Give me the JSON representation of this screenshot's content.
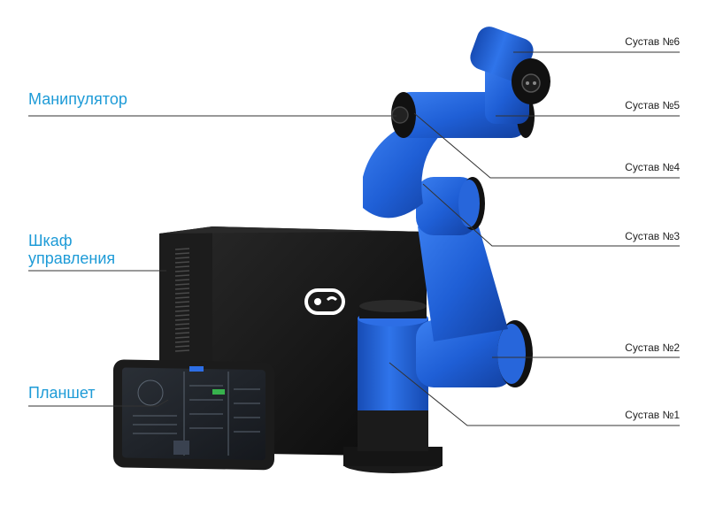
{
  "colors": {
    "accent": "#1e9bd7",
    "robot_blue": "#1f5fd6",
    "cabinet": "#151515"
  },
  "labels_left": {
    "manipulator": "Манипулятор",
    "cabinet": "Шкаф\nуправления",
    "tablet": "Планшет"
  },
  "labels_right": {
    "joint6": "Сустав №6",
    "joint5": "Сустав №5",
    "joint4": "Сустав №4",
    "joint3": "Сустав №3",
    "joint2": "Сустав №2",
    "joint1": "Сустав №1"
  },
  "icons": {
    "cabinet_logo": "robot-face-logo-icon"
  }
}
